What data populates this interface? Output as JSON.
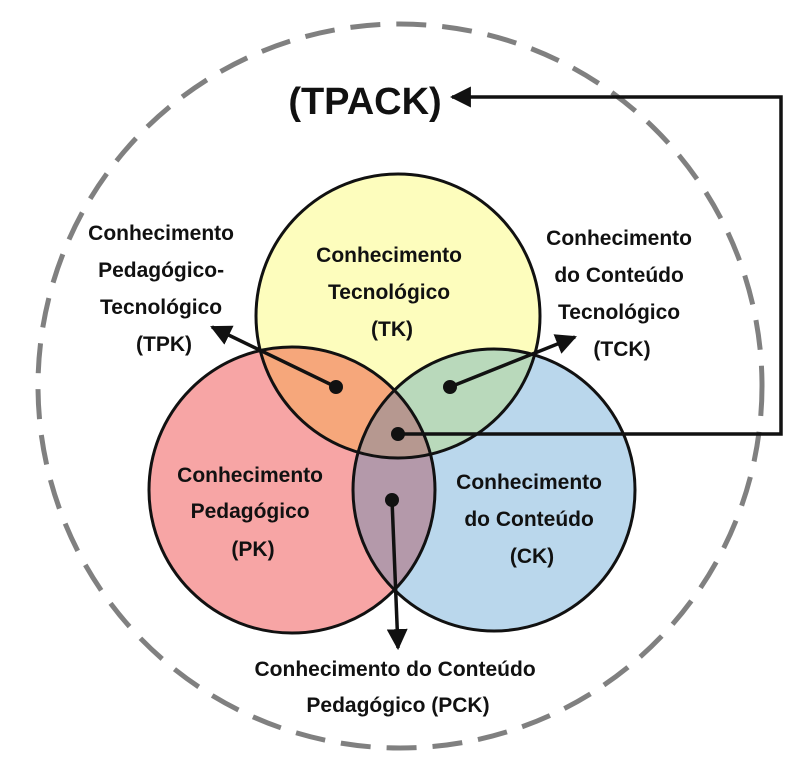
{
  "title": "(TPACK)",
  "circles": {
    "tk": {
      "label_lines": [
        "Conhecimento",
        "Tecnológico",
        "(TK)"
      ],
      "fill": "#fdfdbd"
    },
    "pk": {
      "label_lines": [
        "Conhecimento",
        "Pedagógico",
        "(PK)"
      ],
      "fill": "#f7a5a5"
    },
    "ck": {
      "label_lines": [
        "Conhecimento",
        "do Conteúdo",
        "(CK)"
      ],
      "fill": "#bad7ec"
    }
  },
  "intersections": {
    "tpk": {
      "label_lines": [
        "Conhecimento",
        "Pedagógico-",
        "Tecnológico",
        "(TPK)"
      ],
      "fill": "#f6a77b"
    },
    "tck": {
      "label_lines": [
        "Conhecimento",
        "do Conteúdo",
        "Tecnológico",
        "(TCK)"
      ],
      "fill": "#b9d9bb"
    },
    "pck": {
      "label_lines": [
        "Conhecimento do Conteúdo",
        "Pedagógico (PCK)"
      ],
      "fill": "#b499aa"
    },
    "tpack": {
      "fill": "#b69890"
    }
  },
  "colors": {
    "outline": "#111111",
    "dashed_border": "#808080",
    "text": "#111111"
  }
}
